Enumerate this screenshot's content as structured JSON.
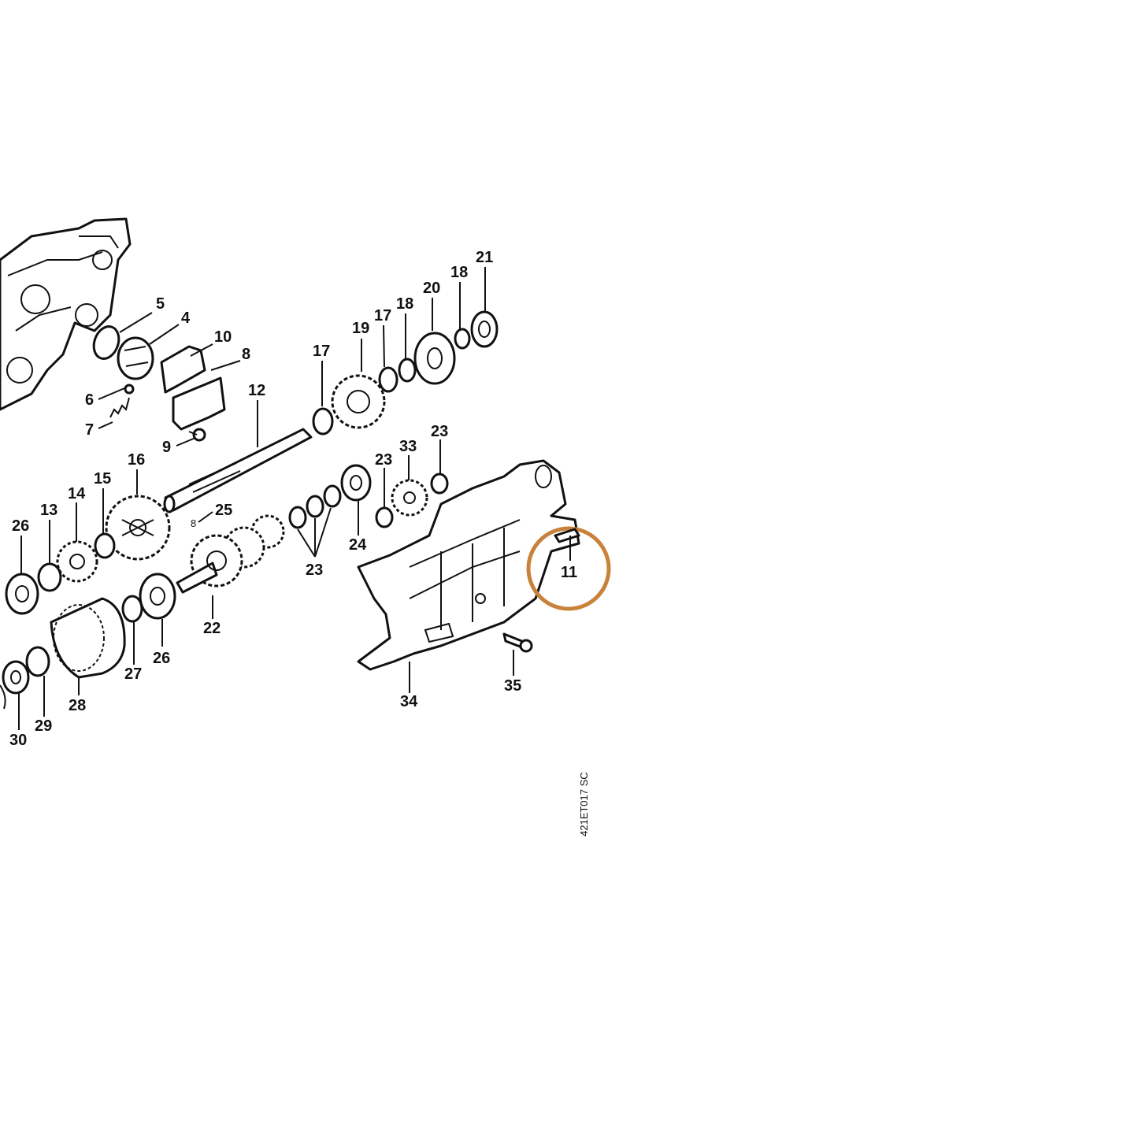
{
  "diagram": {
    "drawing_code": "421ET017 SC",
    "highlight": {
      "part": "11",
      "color": "#C8823A"
    },
    "callouts": [
      {
        "id": "c5",
        "label": "5"
      },
      {
        "id": "c4",
        "label": "4"
      },
      {
        "id": "c10",
        "label": "10"
      },
      {
        "id": "c8",
        "label": "8"
      },
      {
        "id": "c6",
        "label": "6"
      },
      {
        "id": "c7",
        "label": "7"
      },
      {
        "id": "c9",
        "label": "9"
      },
      {
        "id": "c12",
        "label": "12"
      },
      {
        "id": "c17a",
        "label": "17"
      },
      {
        "id": "c19",
        "label": "19"
      },
      {
        "id": "c17b",
        "label": "17"
      },
      {
        "id": "c18a",
        "label": "18"
      },
      {
        "id": "c20",
        "label": "20"
      },
      {
        "id": "c18b",
        "label": "18"
      },
      {
        "id": "c21",
        "label": "21"
      },
      {
        "id": "c16",
        "label": "16"
      },
      {
        "id": "c15",
        "label": "15"
      },
      {
        "id": "c14",
        "label": "14"
      },
      {
        "id": "c13",
        "label": "13"
      },
      {
        "id": "c26a",
        "label": "26"
      },
      {
        "id": "c25",
        "label": "25"
      },
      {
        "id": "c22",
        "label": "22"
      },
      {
        "id": "c26b",
        "label": "26"
      },
      {
        "id": "c27",
        "label": "27"
      },
      {
        "id": "c28",
        "label": "28"
      },
      {
        "id": "c29",
        "label": "29"
      },
      {
        "id": "c30",
        "label": "30"
      },
      {
        "id": "c23a",
        "label": "23"
      },
      {
        "id": "c24",
        "label": "24"
      },
      {
        "id": "c23b",
        "label": "23"
      },
      {
        "id": "c33",
        "label": "33"
      },
      {
        "id": "c23c",
        "label": "23"
      },
      {
        "id": "c11",
        "label": "11"
      },
      {
        "id": "c34",
        "label": "34"
      },
      {
        "id": "c35",
        "label": "35"
      }
    ]
  }
}
